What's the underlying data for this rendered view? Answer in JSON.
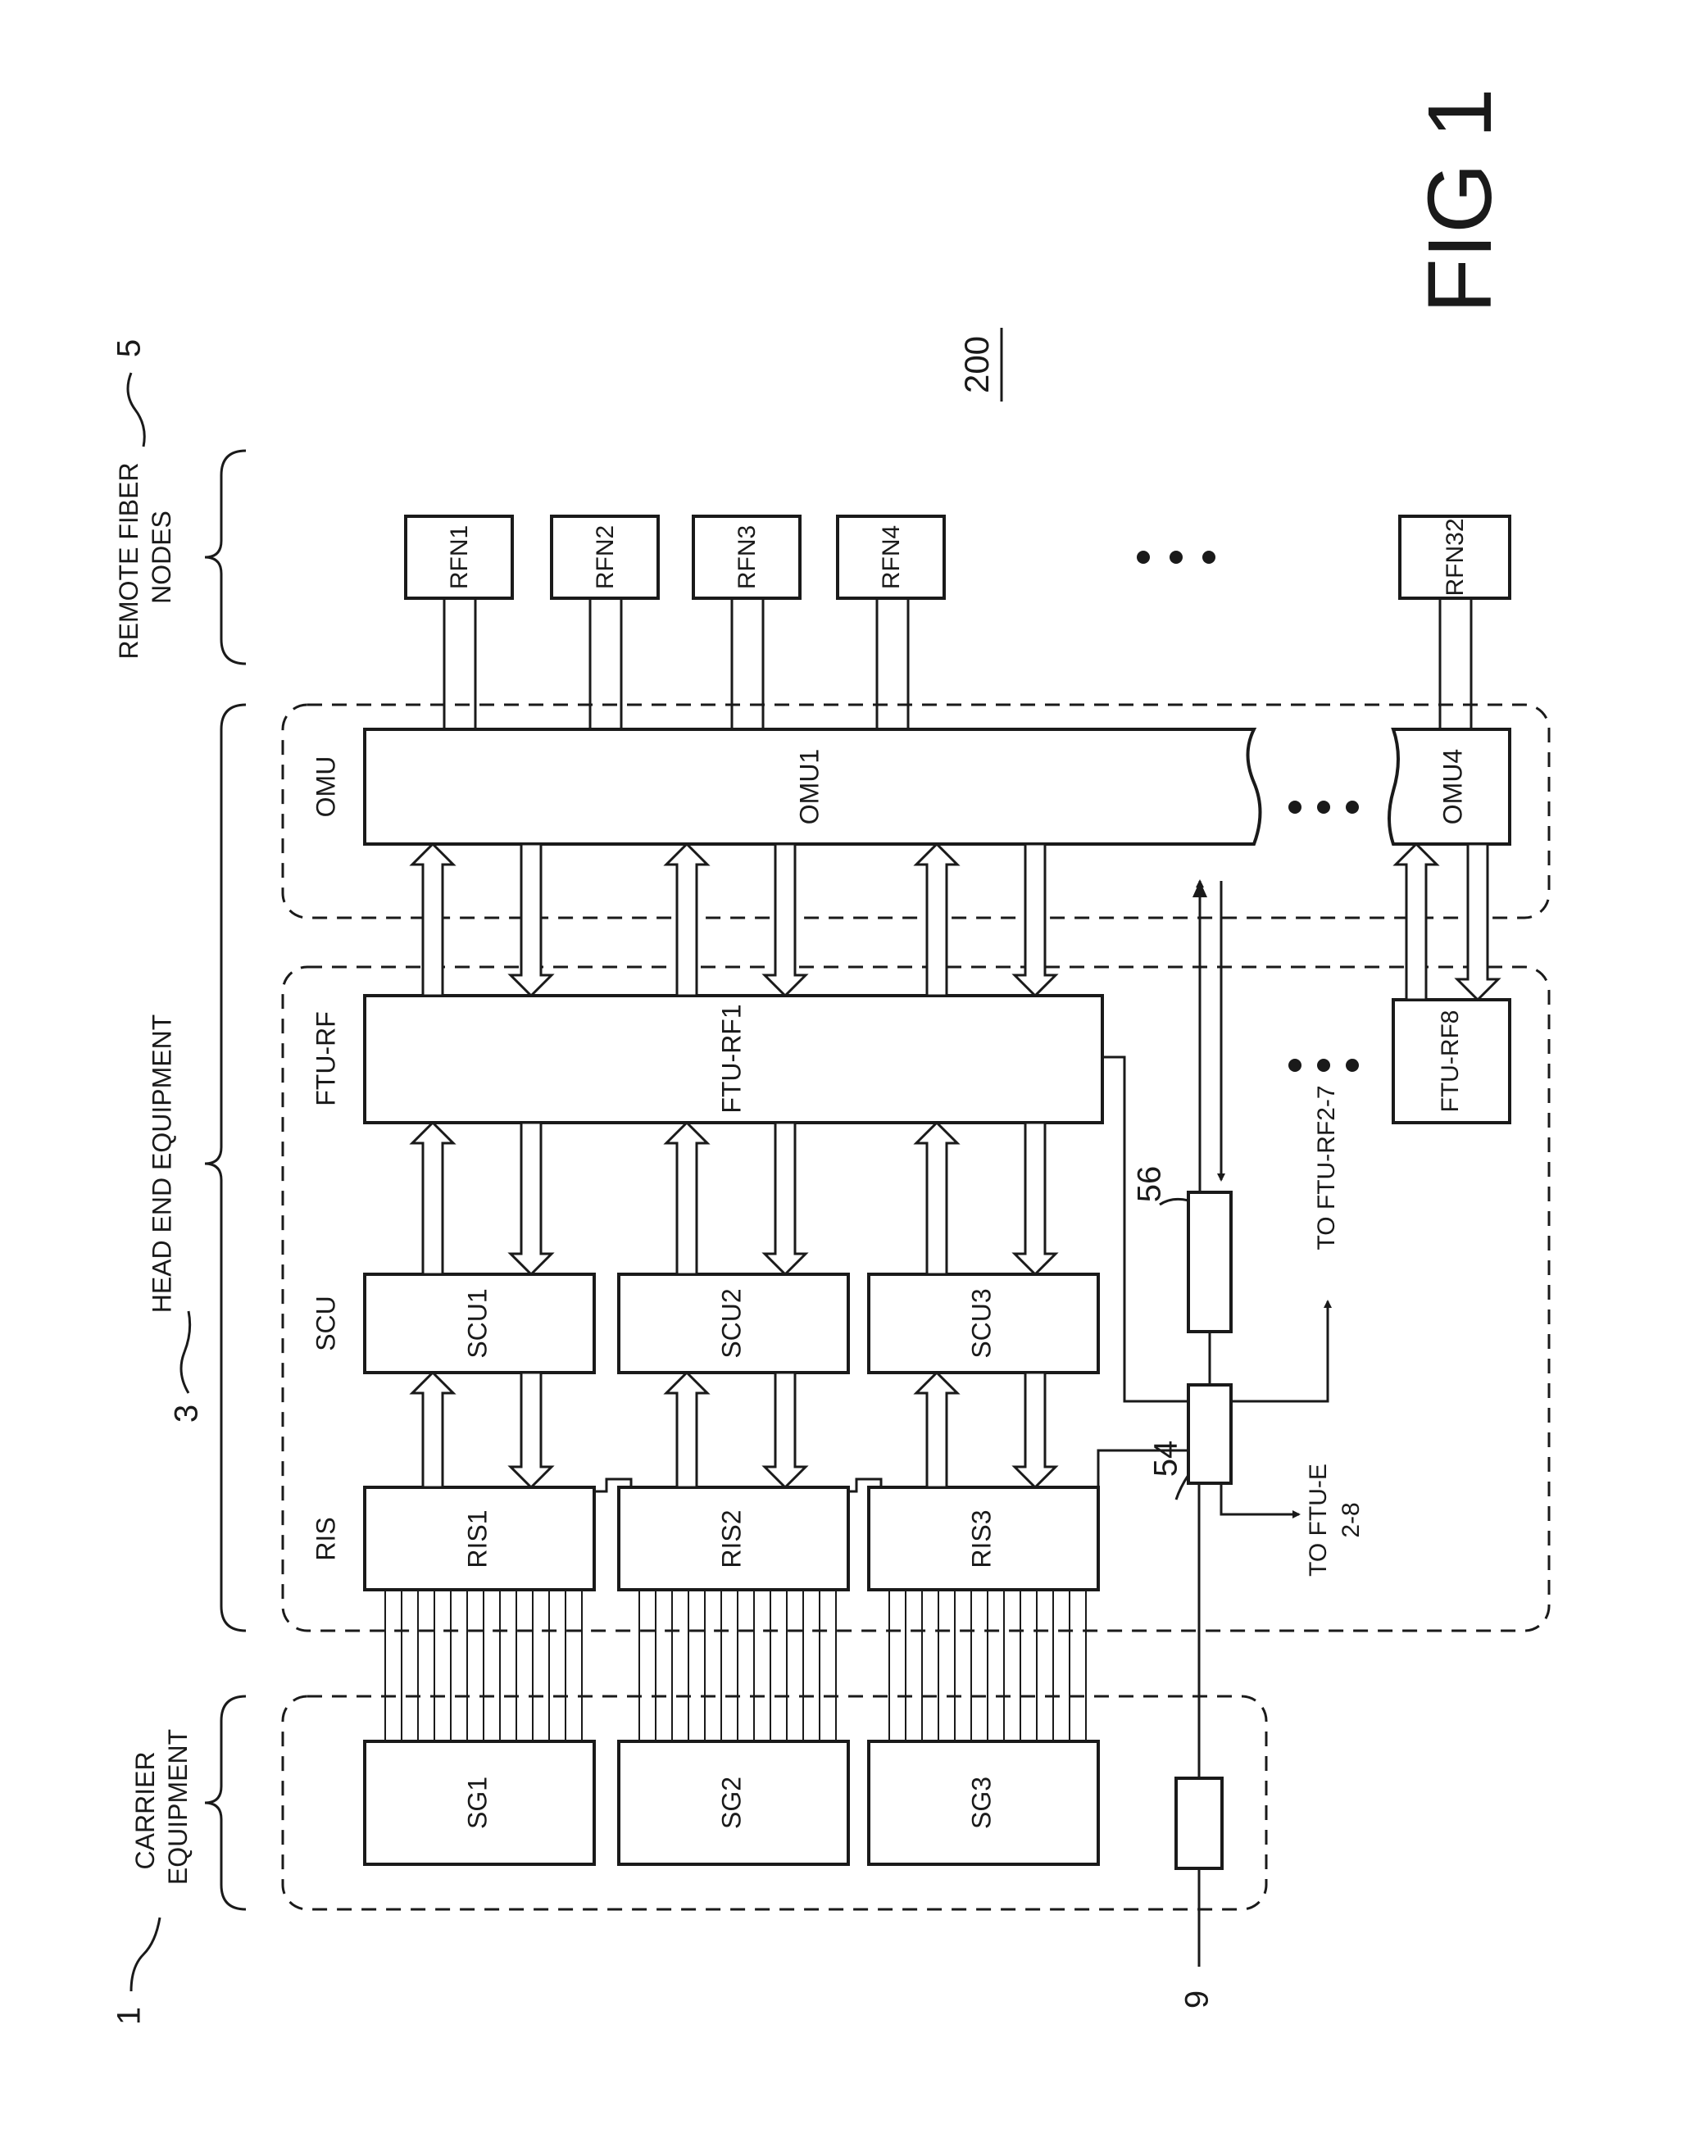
{
  "figure": {
    "fig_label": "FIG 1",
    "system_ref": "200"
  },
  "sections": {
    "carrier": {
      "label": "CARRIER EQUIPMENT",
      "ref": "1"
    },
    "head_end": {
      "label": "HEAD END EQUIPMENT",
      "ref": "3"
    },
    "remote": {
      "label": "REMOTE FIBER NODES",
      "ref": "5"
    }
  },
  "column_headers": {
    "ris": "RIS",
    "scu": "SCU",
    "ftu_rf": "FTU-RF",
    "omu": "OMU"
  },
  "blocks": {
    "sg": [
      "SG1",
      "SG2",
      "SG3"
    ],
    "ris": [
      "RIS1",
      "RIS2",
      "RIS3"
    ],
    "scu": [
      "SCU1",
      "SCU2",
      "SCU3"
    ],
    "ftu_rf1": "FTU-RF1",
    "ftu_rf8": "FTU-RF8",
    "omu1": "OMU1",
    "omu4": "OMU4",
    "rfn": [
      "RFN1",
      "RFN2",
      "RFN3",
      "RFN4",
      "RFN32"
    ]
  },
  "annotations": {
    "to_ftu_rf": "TO FTU-RF2-7",
    "to_ftu_e_line1": "TO FTU-E",
    "to_ftu_e_line2": "2-8",
    "ref_54": "54",
    "ref_56": "56",
    "ref_9": "9"
  }
}
